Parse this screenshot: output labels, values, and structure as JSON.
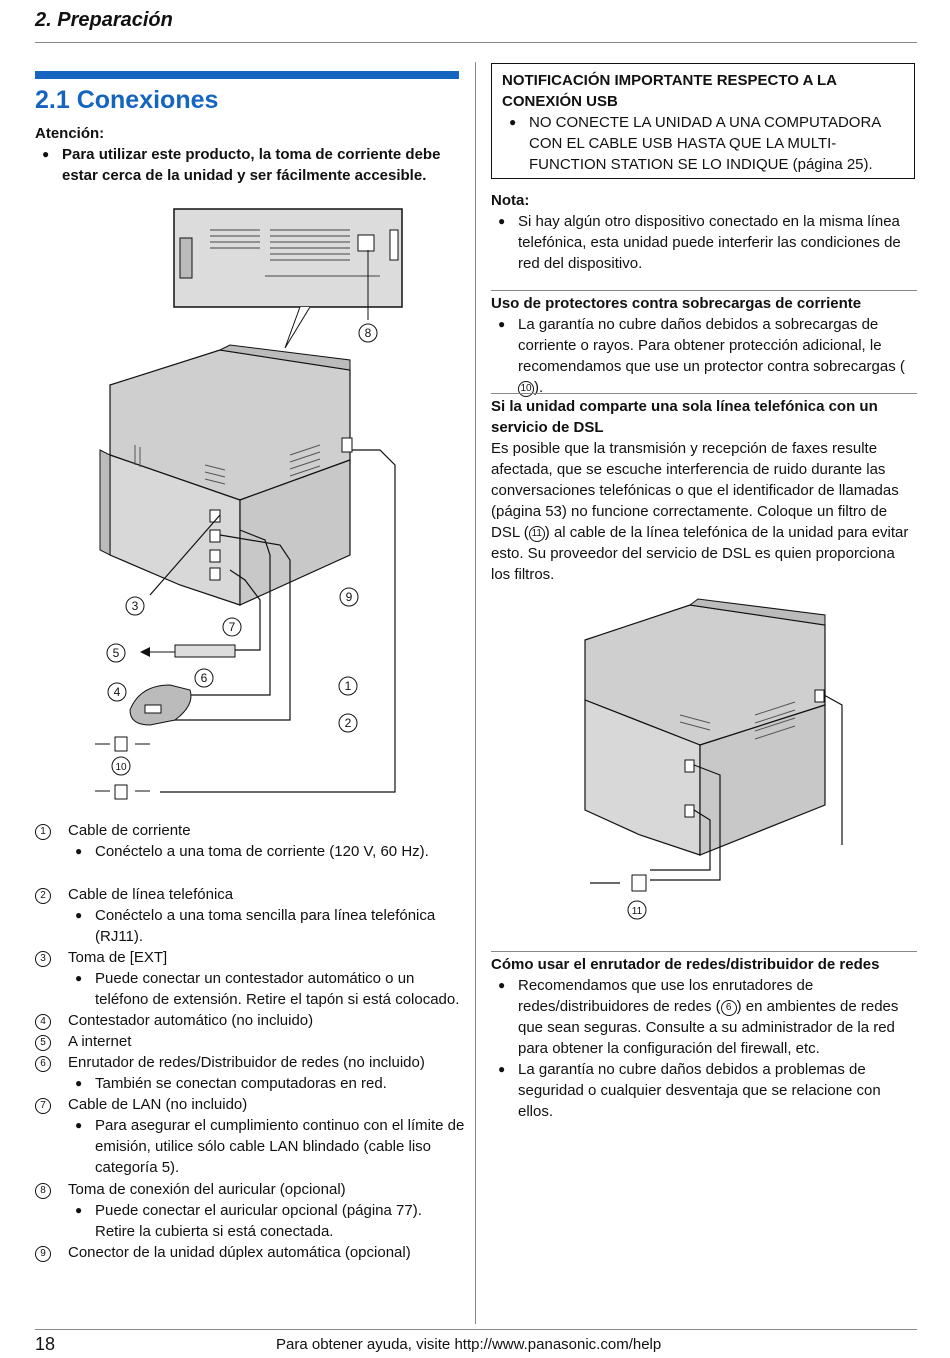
{
  "header": {
    "title": "2. Preparación"
  },
  "section": {
    "title": "2.1 Conexiones"
  },
  "attention": {
    "label": "Atención:",
    "bullet": "Para utilizar este producto, la toma de corriente debe estar cerca de la unidad y ser fácilmente accesible."
  },
  "diagram_left": {
    "callouts": [
      "1",
      "2",
      "3",
      "4",
      "5",
      "6",
      "7",
      "8",
      "9",
      "10"
    ]
  },
  "legend": [
    {
      "n": "1",
      "label": "Cable de corriente",
      "subs": [
        "Conéctelo a una toma de corriente (120 V, 60 Hz)."
      ]
    },
    {
      "n": "2",
      "label": "Cable de línea telefónica",
      "subs": [
        "Conéctelo a una toma sencilla para línea telefónica (RJ11)."
      ]
    },
    {
      "n": "3",
      "label": "Toma de [EXT]",
      "subs": [
        "Puede conectar un contestador automático o un teléfono de extensión. Retire el tapón si está colocado."
      ]
    },
    {
      "n": "4",
      "label": "Contestador automático (no incluido)",
      "subs": []
    },
    {
      "n": "5",
      "label": "A internet",
      "subs": []
    },
    {
      "n": "6",
      "label": "Enrutador de redes/Distribuidor de redes (no incluido)",
      "subs": [
        "También se conectan computadoras en red."
      ]
    },
    {
      "n": "7",
      "label": "Cable de LAN (no incluido)",
      "subs": [
        "Para asegurar el cumplimiento continuo con el límite de emisión, utilice sólo cable LAN blindado (cable liso categoría 5)."
      ]
    },
    {
      "n": "8",
      "label": "Toma de conexión del auricular (opcional)",
      "subs": [
        "Puede conectar el auricular opcional (página 77). Retire la cubierta si está conectada."
      ]
    },
    {
      "n": "9",
      "label": "Conector de la unidad dúplex automática (opcional)",
      "subs": []
    }
  ],
  "usb_notice": {
    "title": "NOTIFICACIÓN IMPORTANTE RESPECTO A LA CONEXIÓN USB",
    "bullet": "NO CONECTE LA UNIDAD A UNA COMPUTADORA CON EL CABLE USB HASTA QUE LA MULTI-FUNCTION STATION SE LO INDIQUE (página 25)."
  },
  "nota": {
    "label": "Nota:",
    "bullet": "Si hay algún otro dispositivo conectado en la misma línea telefónica, esta unidad puede interferir las condiciones de red del dispositivo."
  },
  "surge": {
    "title": "Uso de protectores contra sobrecargas de corriente",
    "bullet_pre": "La garantía no cubre daños debidos a sobrecargas de corriente o rayos. Para obtener protección adicional, le recomendamos que use un protector contra sobrecargas (",
    "bullet_ref": "10",
    "bullet_post": ")."
  },
  "dsl": {
    "title": "Si la unidad comparte una sola línea telefónica con un servicio de DSL",
    "text_pre": "Es posible que la transmisión y recepción de faxes resulte afectada, que se escuche interferencia de ruido durante las conversaciones telefónicas o que el identificador de llamadas (página 53) no funcione correctamente. Coloque un filtro de DSL (",
    "text_ref": "11",
    "text_post": ") al cable de la línea telefónica de la unidad para evitar esto. Su proveedor del servicio de DSL es quien proporciona los filtros."
  },
  "diagram_right": {
    "callout": "11"
  },
  "router": {
    "title": "Cómo usar el enrutador de redes/distribuidor de redes",
    "bullet1_pre": "Recomendamos que use los enrutadores de redes/distribuidores de redes (",
    "bullet1_ref": "6",
    "bullet1_post": ") en ambientes de redes que sean seguras. Consulte a su administrador de la red para obtener la configuración del firewall, etc.",
    "bullet2": "La garantía no cubre daños debidos a problemas de seguridad o cualquier desventaja que se relacione con ellos."
  },
  "footer": {
    "page": "18",
    "help": "Para obtener ayuda, visite http://www.panasonic.com/help"
  }
}
